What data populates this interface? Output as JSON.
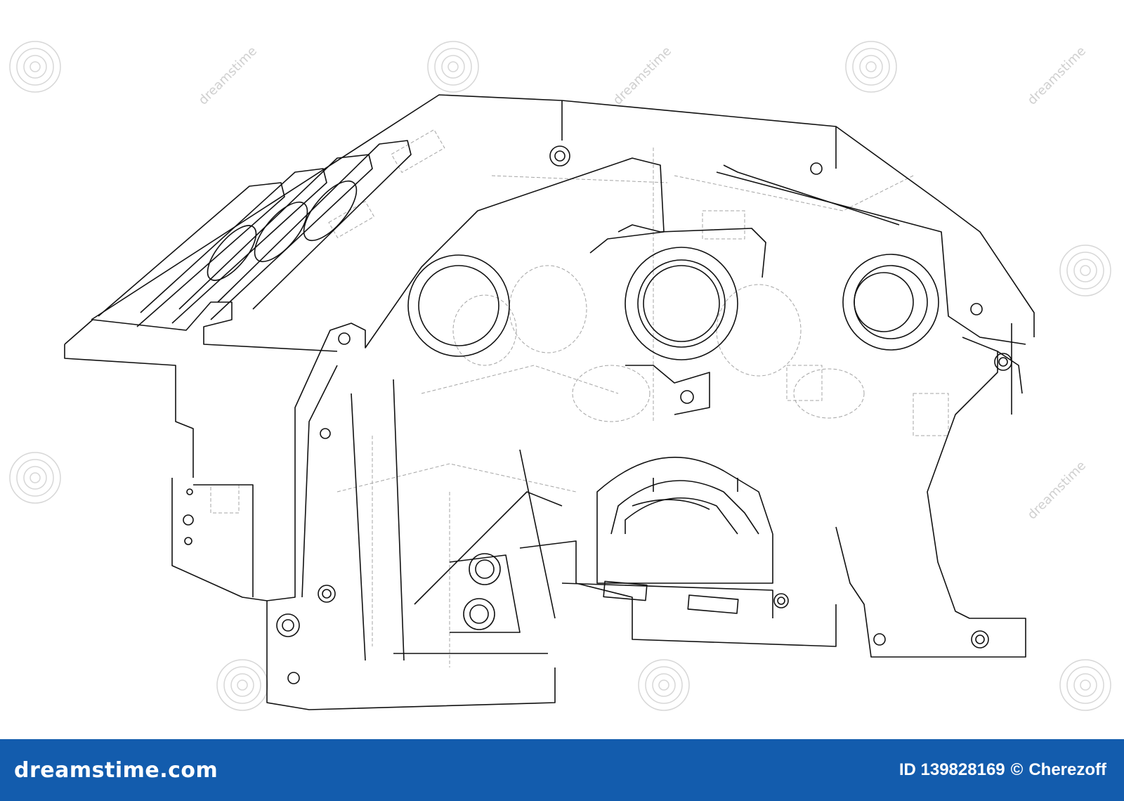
{
  "image": {
    "subject": "engine-cylinder-block-wireframe",
    "line_color": "#111111",
    "hidden_line_color": "#9a9a9a",
    "background": "#ffffff"
  },
  "watermark": {
    "icon": "dreamstime-spiral-icon",
    "text": "dreamstime",
    "color": "#cfcfcf"
  },
  "footer": {
    "brand": "dreamstime.com",
    "id_text": "ID 139828169",
    "copyright_symbol": "©",
    "author": "Cherezoff",
    "background": "#135cad"
  }
}
